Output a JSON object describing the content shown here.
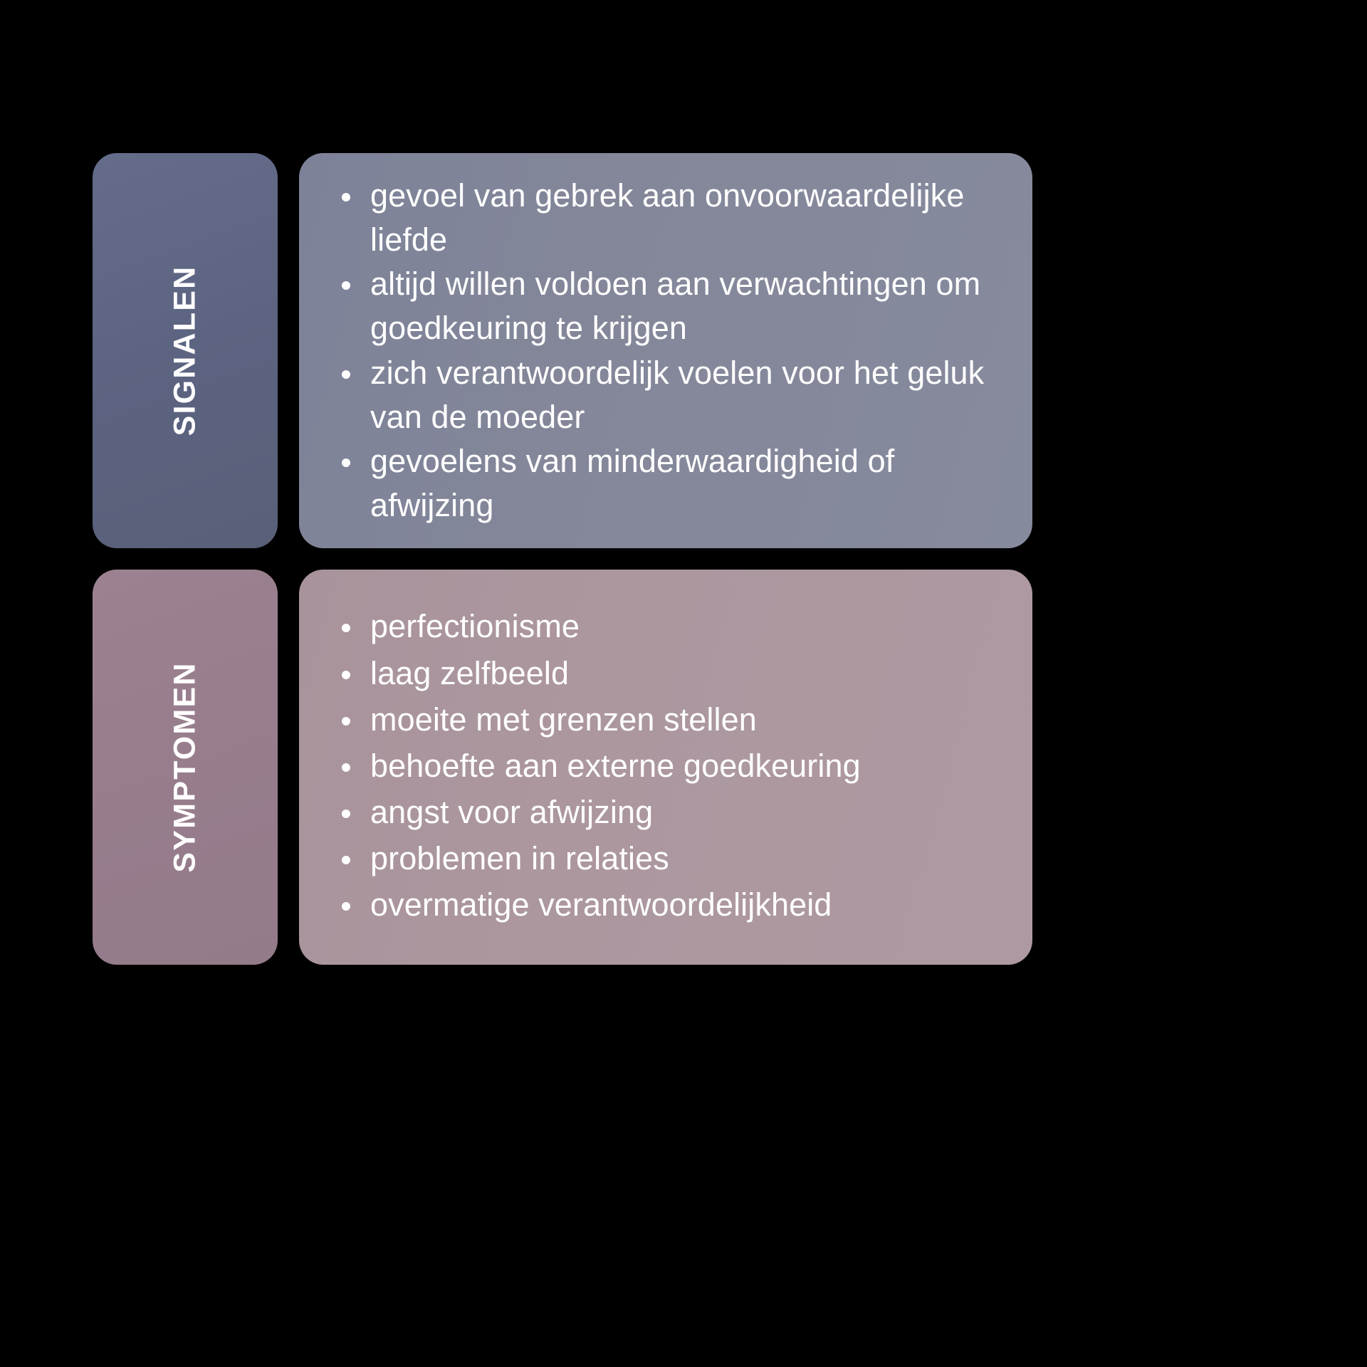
{
  "theme": {
    "background": "#000000",
    "signalen_label_color": "#5b6380",
    "signalen_content_color": "#848799",
    "symptomen_label_color": "#977d8c",
    "symptomen_content_color": "#ac979f",
    "text_color": "#ffffff"
  },
  "sections": [
    {
      "label": "SIGNALEN",
      "items": [
        "gevoel van gebrek aan onvoorwaardelijke liefde",
        "altijd willen voldoen aan verwachtingen om goedkeuring te krijgen",
        "zich verantwoordelijk voelen voor het geluk van de moeder",
        "gevoelens van minderwaardigheid of afwijzing"
      ]
    },
    {
      "label": "SYMPTOMEN",
      "items": [
        "perfectionisme",
        "laag zelfbeeld",
        "moeite met grenzen stellen",
        "behoefte aan externe goedkeuring",
        "angst voor afwijzing",
        "problemen in relaties",
        "overmatige verantwoordelijkheid"
      ]
    }
  ]
}
